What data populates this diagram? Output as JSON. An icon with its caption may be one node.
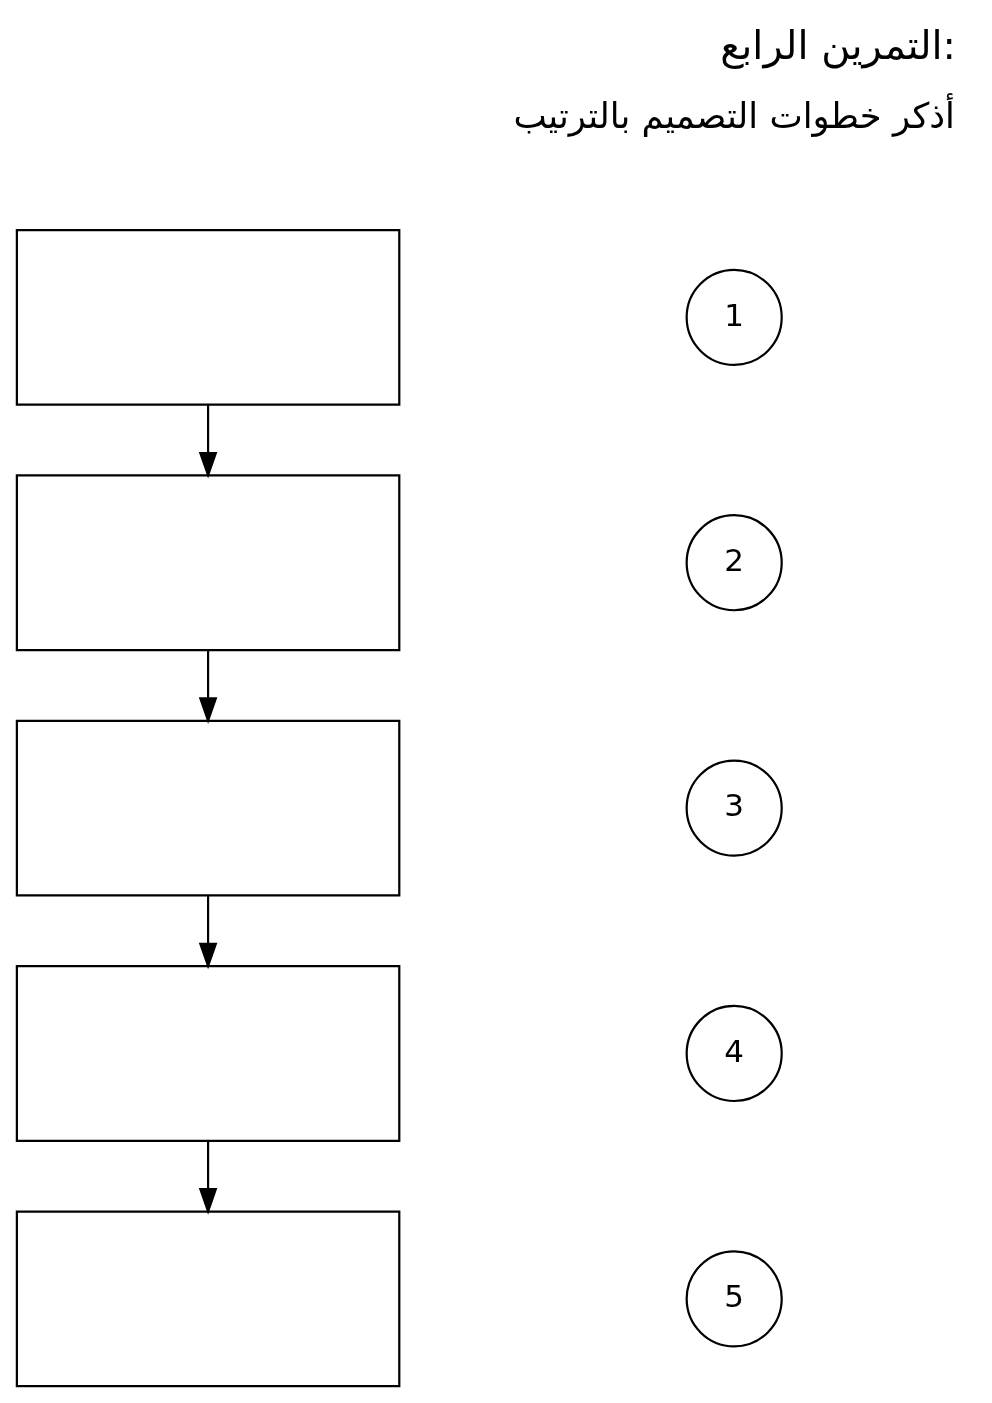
{
  "diagram": {
    "title": "التمرين الرابع:",
    "nodes": [
      {
        "text": [],
        "shape": "box"
      },
      {
        "text": [
          "1"
        ]
      },
      {
        "text": [],
        "shape": "box"
      },
      {
        "text": [
          "2"
        ]
      },
      {
        "text": [],
        "shape": "box"
      },
      {
        "text": [
          "3"
        ]
      },
      {
        "text": [],
        "shape": "box"
      },
      {
        "text": [
          "4"
        ]
      },
      {
        "text": [],
        "shape": "box"
      },
      {
        "text": [
          "5"
        ]
      }
    ],
    "edges": [
      {
        "from": 0,
        "to": 2,
        "arrow": "to"
      },
      {
        "from": 2,
        "to": 4,
        "arrow": "to"
      },
      {
        "from": 4,
        "to": 6,
        "arrow": "to"
      },
      {
        "from": 6,
        "to": 8,
        "arrow": "to"
      }
    ],
    "labels": [
      "أذكر خطوات التصميم بالترتيب"
    ]
  }
}
